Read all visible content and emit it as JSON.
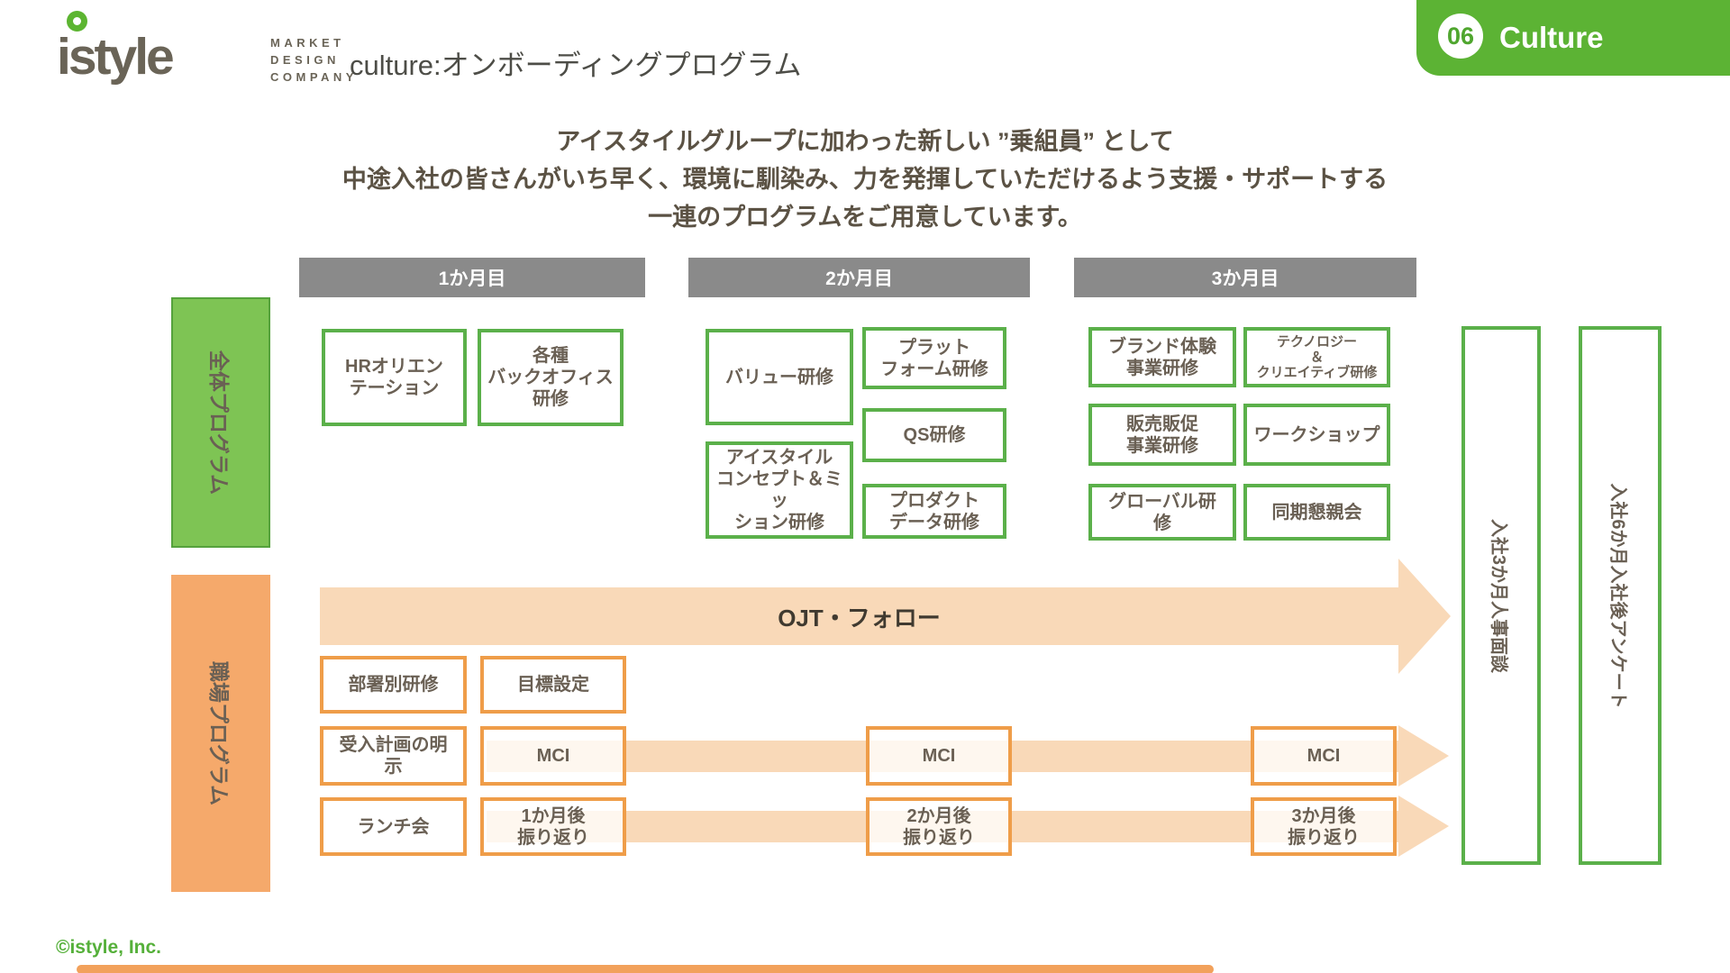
{
  "header": {
    "brand": "istyle",
    "tagline": [
      "MARKET",
      "DESIGN",
      "COMPANY"
    ],
    "page_title": "culture:オンボーディングプログラム",
    "badge_number": "06",
    "badge_label": "Culture"
  },
  "intro_lines": [
    "アイスタイルグループに加わった新しい ”乗組員” として",
    "中途入社の皆さんがいち早く、環境に馴染み、力を発揮していただけるよう支援・サポートする",
    "一連のプログラムをご用意しています。"
  ],
  "timeline": {
    "months": [
      "1か月目",
      "2か月目",
      "3か月目"
    ]
  },
  "sections": {
    "overall_label": "全体プログラム",
    "workplace_label": "職場プログラム"
  },
  "overall_programs": [
    {
      "label": "HRオリエン\nテーション"
    },
    {
      "label": "各種\nバックオフィス\n研修"
    },
    {
      "label": "バリュー研修"
    },
    {
      "label": "アイスタイル\nコンセプト＆ミッ\nション研修"
    },
    {
      "label": "プラット\nフォーム研修"
    },
    {
      "label": "QS研修"
    },
    {
      "label": "プロダクト\nデータ研修"
    },
    {
      "label": "ブランド体験\n事業研修"
    },
    {
      "label": "販売販促\n事業研修"
    },
    {
      "label": "グローバル研\n修"
    },
    {
      "label": "テクノロジー\n＆\nクリエイティブ研修"
    },
    {
      "label": "ワークショップ"
    },
    {
      "label": "同期懇親会"
    }
  ],
  "workplace_programs": [
    {
      "label": "部署別研修"
    },
    {
      "label": "目標設定"
    },
    {
      "label": "受入計画の明\n示"
    },
    {
      "label": "MCI"
    },
    {
      "label": "ランチ会"
    },
    {
      "label": "1か月後\n振り返り"
    },
    {
      "label": "MCI"
    },
    {
      "label": "2か月後\n振り返り"
    },
    {
      "label": "MCI"
    },
    {
      "label": "3か月後\n振り返り"
    }
  ],
  "ojt_arrow_label": "OJT・フォロー",
  "milestones": [
    {
      "label": "入社3か月人事面談"
    },
    {
      "label": "入社6か月入社後アンケート"
    }
  ],
  "footer": {
    "copyright": "©istyle, Inc."
  },
  "colors": {
    "brand_green": "#5CB334",
    "label_green_fill": "#7EC454",
    "program_green_border": "#5BB04A",
    "label_orange_fill": "#F5A96B",
    "program_orange_border": "#EF9D49",
    "arrow_peach": "#F9D9B8",
    "month_header_gray": "#8A8A8A",
    "text_brown": "#6A6054",
    "copyright_green": "#55B03A"
  }
}
